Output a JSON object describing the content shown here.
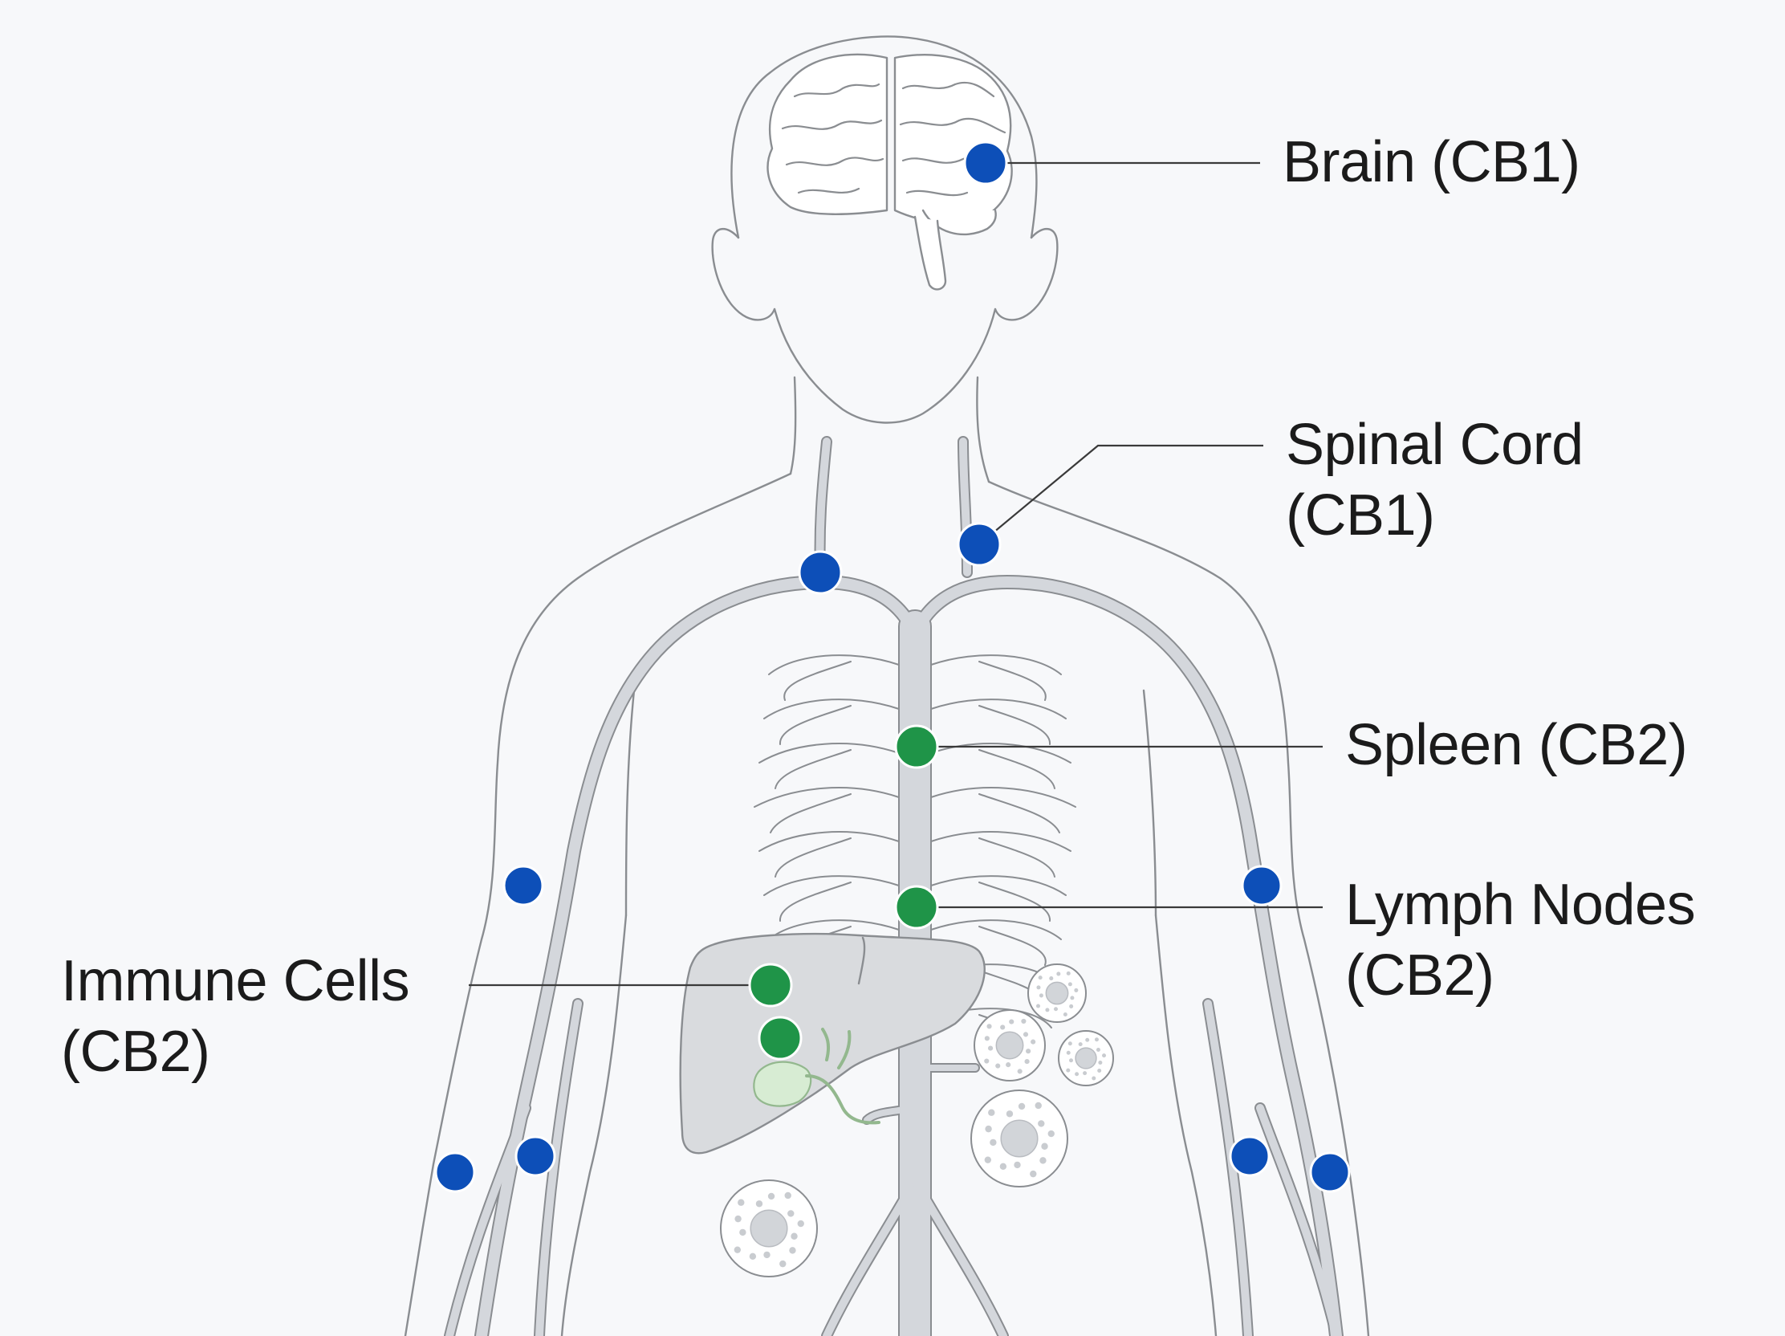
{
  "labels": {
    "brain": [
      "Brain (CB1)"
    ],
    "spinal_cord": [
      "Spinal Cord",
      "(CB1)"
    ],
    "spleen": [
      "Spleen (CB2)"
    ],
    "lymph_nodes": [
      "Lymph Nodes",
      "(CB2)"
    ],
    "immune_cells": [
      "Immune Cells",
      "(CB2)"
    ]
  },
  "colors": {
    "cb1_marker": "#0d4fb8",
    "cb2_marker": "#1f9448",
    "outline": "#8a8d91",
    "nerve_fill": "#d4d7dc",
    "organ_fill": "#d9dbde",
    "gallbladder_fill": "#d7ecd3",
    "background": "#f7f8fa",
    "label_text": "#1b1b1b"
  },
  "legend_note": {
    "cb1": "CB1",
    "cb2": "CB2"
  }
}
